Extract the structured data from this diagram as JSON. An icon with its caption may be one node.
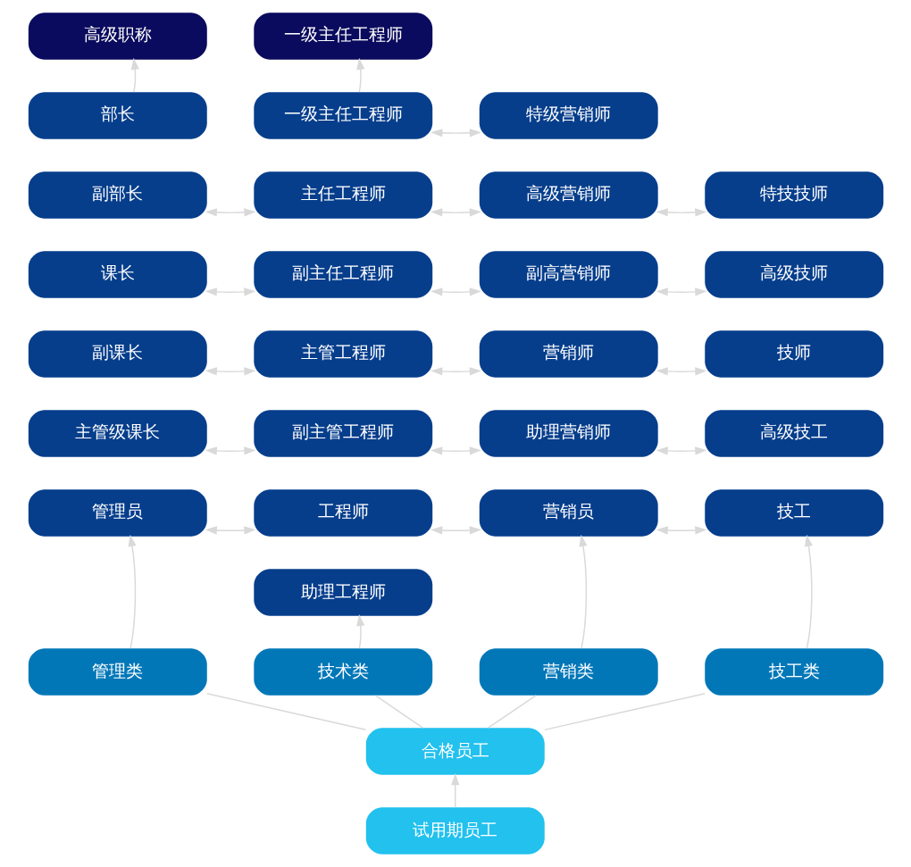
{
  "diagram": {
    "nodes": [
      {
        "text": [
          "高级职称"
        ]
      },
      {
        "text": [
          "一级主任工程师"
        ]
      },
      {
        "text": [
          "部长"
        ]
      },
      {
        "text": [
          "一级主任工程师"
        ]
      },
      {
        "text": [
          "特级营销师"
        ]
      },
      {
        "text": [
          "副部长"
        ]
      },
      {
        "text": [
          "主任工程师"
        ]
      },
      {
        "text": [
          "高级营销师"
        ]
      },
      {
        "text": [
          "特技技师"
        ]
      },
      {
        "text": [
          "课长"
        ]
      },
      {
        "text": [
          "副主任工程师"
        ]
      },
      {
        "text": [
          "副高营销师"
        ]
      },
      {
        "text": [
          "高级技师"
        ]
      },
      {
        "text": [
          "副课长"
        ]
      },
      {
        "text": [
          "主管工程师"
        ]
      },
      {
        "text": [
          "营销师"
        ]
      },
      {
        "text": [
          "技师"
        ]
      },
      {
        "text": [
          "主管级课长"
        ]
      },
      {
        "text": [
          "副主管工程师"
        ]
      },
      {
        "text": [
          "助理营销师"
        ]
      },
      {
        "text": [
          "高级技工"
        ]
      },
      {
        "text": [
          "管理员"
        ]
      },
      {
        "text": [
          "工程师"
        ]
      },
      {
        "text": [
          "营销员"
        ]
      },
      {
        "text": [
          "技工"
        ]
      },
      {
        "text": [
          "助理工程师"
        ]
      },
      {
        "text": [
          "管理类"
        ]
      },
      {
        "text": [
          "技术类"
        ]
      },
      {
        "text": [
          "营销类"
        ]
      },
      {
        "text": [
          "技工类"
        ]
      },
      {
        "text": [
          "合格员工"
        ]
      },
      {
        "text": [
          "试用期员工"
        ]
      }
    ],
    "edges": [
      {
        "from": 2,
        "to": 0,
        "arrow": "to"
      },
      {
        "from": 3,
        "to": 1,
        "arrow": "to"
      },
      {
        "from": 3,
        "to": 4,
        "arrow": "both"
      },
      {
        "from": 5,
        "to": 6,
        "arrow": "both"
      },
      {
        "from": 6,
        "to": 7,
        "arrow": "both"
      },
      {
        "from": 7,
        "to": 8,
        "arrow": "both"
      },
      {
        "from": 9,
        "to": 10,
        "arrow": "both"
      },
      {
        "from": 10,
        "to": 11,
        "arrow": "both"
      },
      {
        "from": 11,
        "to": 12,
        "arrow": "both"
      },
      {
        "from": 13,
        "to": 14,
        "arrow": "both"
      },
      {
        "from": 14,
        "to": 15,
        "arrow": "both"
      },
      {
        "from": 15,
        "to": 16,
        "arrow": "both"
      },
      {
        "from": 17,
        "to": 18,
        "arrow": "both"
      },
      {
        "from": 18,
        "to": 19,
        "arrow": "both"
      },
      {
        "from": 19,
        "to": 20,
        "arrow": "both"
      },
      {
        "from": 21,
        "to": 22,
        "arrow": "both"
      },
      {
        "from": 22,
        "to": 23,
        "arrow": "both"
      },
      {
        "from": 23,
        "to": 24,
        "arrow": "both"
      },
      {
        "from": 26,
        "to": 21,
        "arrow": "to"
      },
      {
        "from": 27,
        "to": 25,
        "arrow": "to"
      },
      {
        "from": 28,
        "to": 23,
        "arrow": "to"
      },
      {
        "from": 29,
        "to": 24,
        "arrow": "to"
      },
      {
        "from": 30,
        "to": 26,
        "arrow": "none"
      },
      {
        "from": 30,
        "to": 27,
        "arrow": "none"
      },
      {
        "from": 30,
        "to": 28,
        "arrow": "none"
      },
      {
        "from": 30,
        "to": 29,
        "arrow": "none"
      },
      {
        "from": 31,
        "to": 30,
        "arrow": "to"
      }
    ]
  }
}
